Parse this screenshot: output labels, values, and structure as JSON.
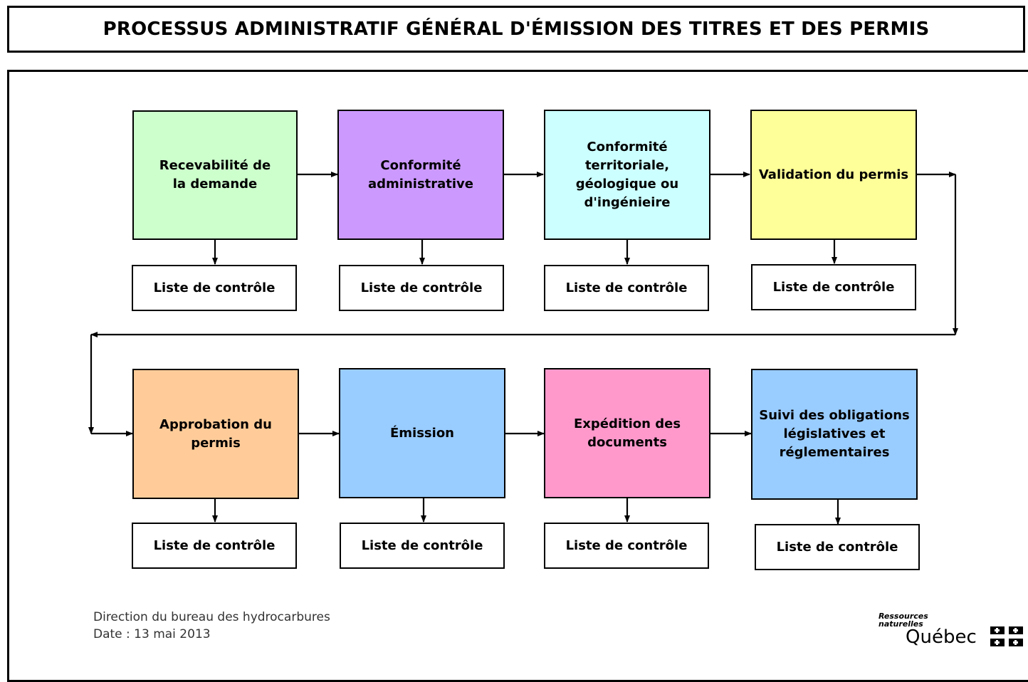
{
  "title": "PROCESSUS ADMINISTRATIF GÉNÉRAL D'ÉMISSION DES TITRES ET DES PERMIS",
  "steps": [
    {
      "label": "Recevabilité de la demande",
      "color": "#ccffcc"
    },
    {
      "label": "Conformité administrative",
      "color": "#cc99ff"
    },
    {
      "label": "Conformité territoriale, géologique ou d'ingénieire",
      "color": "#ccffff"
    },
    {
      "label": "Validation du permis",
      "color": "#ffff99"
    },
    {
      "label": "Approbation du permis",
      "color": "#ffcc99"
    },
    {
      "label": "Émission",
      "color": "#99ccff"
    },
    {
      "label": "Expédition des documents",
      "color": "#ff99cc"
    },
    {
      "label": "Suivi des obligations législatives et réglementaires",
      "color": "#99ccff"
    }
  ],
  "checklist_label": "Liste de contrôle",
  "footer": {
    "line1": "Direction du bureau des hydrocarbures",
    "line2": "Date : 13 mai 2013"
  },
  "logo": {
    "line1": "Ressources",
    "line2": "naturelles",
    "name": "Québec",
    "icon": "fleur-de-lis-flag-icon"
  }
}
